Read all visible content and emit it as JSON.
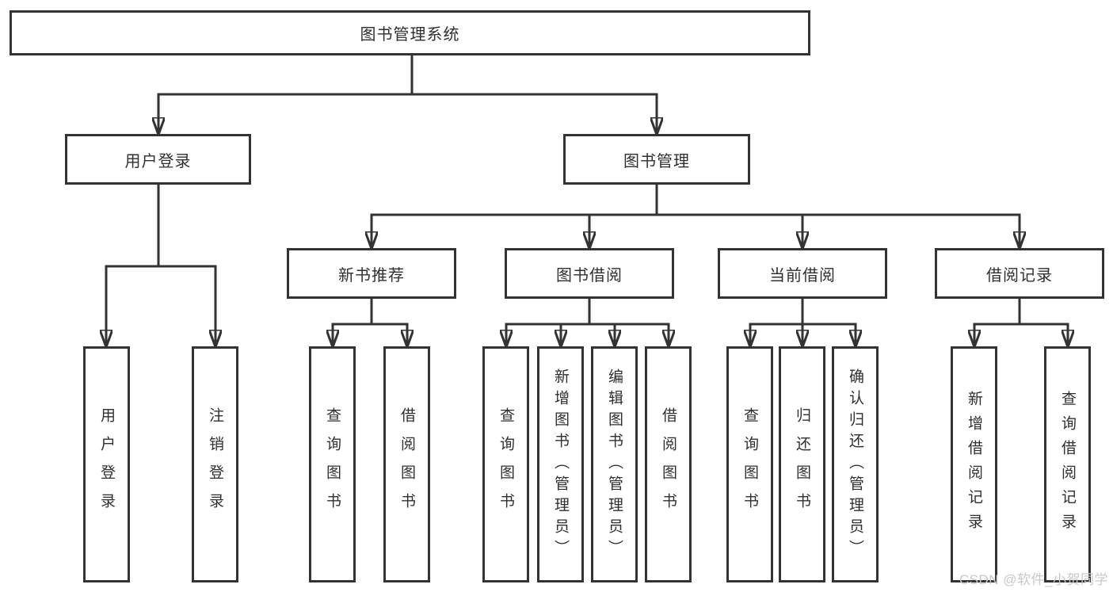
{
  "tree": {
    "label": "图书管理系统",
    "children": [
      {
        "label": "用户登录",
        "children": [
          {
            "label": "用户登录"
          },
          {
            "label": "注销登录"
          }
        ]
      },
      {
        "label": "图书管理",
        "children": [
          {
            "label": "新书推荐",
            "children": [
              {
                "label": "查询图书"
              },
              {
                "label": "借阅图书"
              }
            ]
          },
          {
            "label": "图书借阅",
            "children": [
              {
                "label": "查询图书"
              },
              {
                "label": "新增图书（管理员）"
              },
              {
                "label": "编辑图书（管理员）"
              },
              {
                "label": "借阅图书"
              }
            ]
          },
          {
            "label": "当前借阅",
            "children": [
              {
                "label": "查询图书"
              },
              {
                "label": "归还图书"
              },
              {
                "label": "确认归还（管理员）"
              }
            ]
          },
          {
            "label": "借阅记录",
            "children": [
              {
                "label": "新增借阅记录"
              },
              {
                "label": "查询借阅记录"
              }
            ]
          }
        ]
      }
    ]
  },
  "watermark": {
    "text": "CSDN @软件_小贺同学"
  },
  "colors": {
    "line": "#333333",
    "box_border": "#333333",
    "text": "#2f2f2f",
    "watermark": "#c8c8c8",
    "background": "#ffffff"
  }
}
